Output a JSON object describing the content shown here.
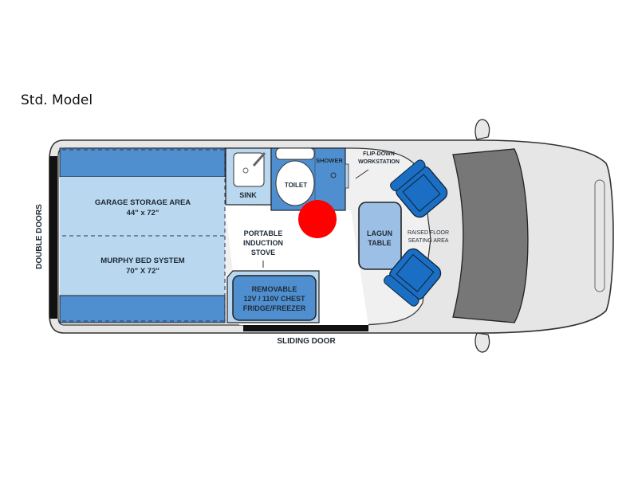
{
  "title": "Std. Model",
  "labels": {
    "double_doors": "DOUBLE DOORS",
    "garage_storage": "GARAGE STORAGE AREA",
    "garage_size": "44\" x 72\"",
    "murphy_bed": "MURPHY BED SYSTEM",
    "murphy_size": "70\" X 72\"",
    "sink": "SINK",
    "toilet": "TOILET",
    "shower": "SHOWER",
    "workstation_1": "FLIP-DOWN",
    "workstation_2": "WORKSTATION",
    "stove_1": "PORTABLE",
    "stove_2": "INDUCTION",
    "stove_3": "STOVE",
    "fridge_1": "REMOVABLE",
    "fridge_2": "12V / 110V CHEST",
    "fridge_3": "FRIDGE/FREEZER",
    "table_1": "LAGUN",
    "table_2": "TABLE",
    "seating_1": "RAISED FLOOR",
    "seating_2": "SEATING AREA",
    "sliding_door": "SLIDING DOOR"
  },
  "colors": {
    "dark_blue": "#4f8fd0",
    "light_blue": "#b9d7ef",
    "seat_blue": "#1a6fc4",
    "marker": "#ff0000"
  }
}
